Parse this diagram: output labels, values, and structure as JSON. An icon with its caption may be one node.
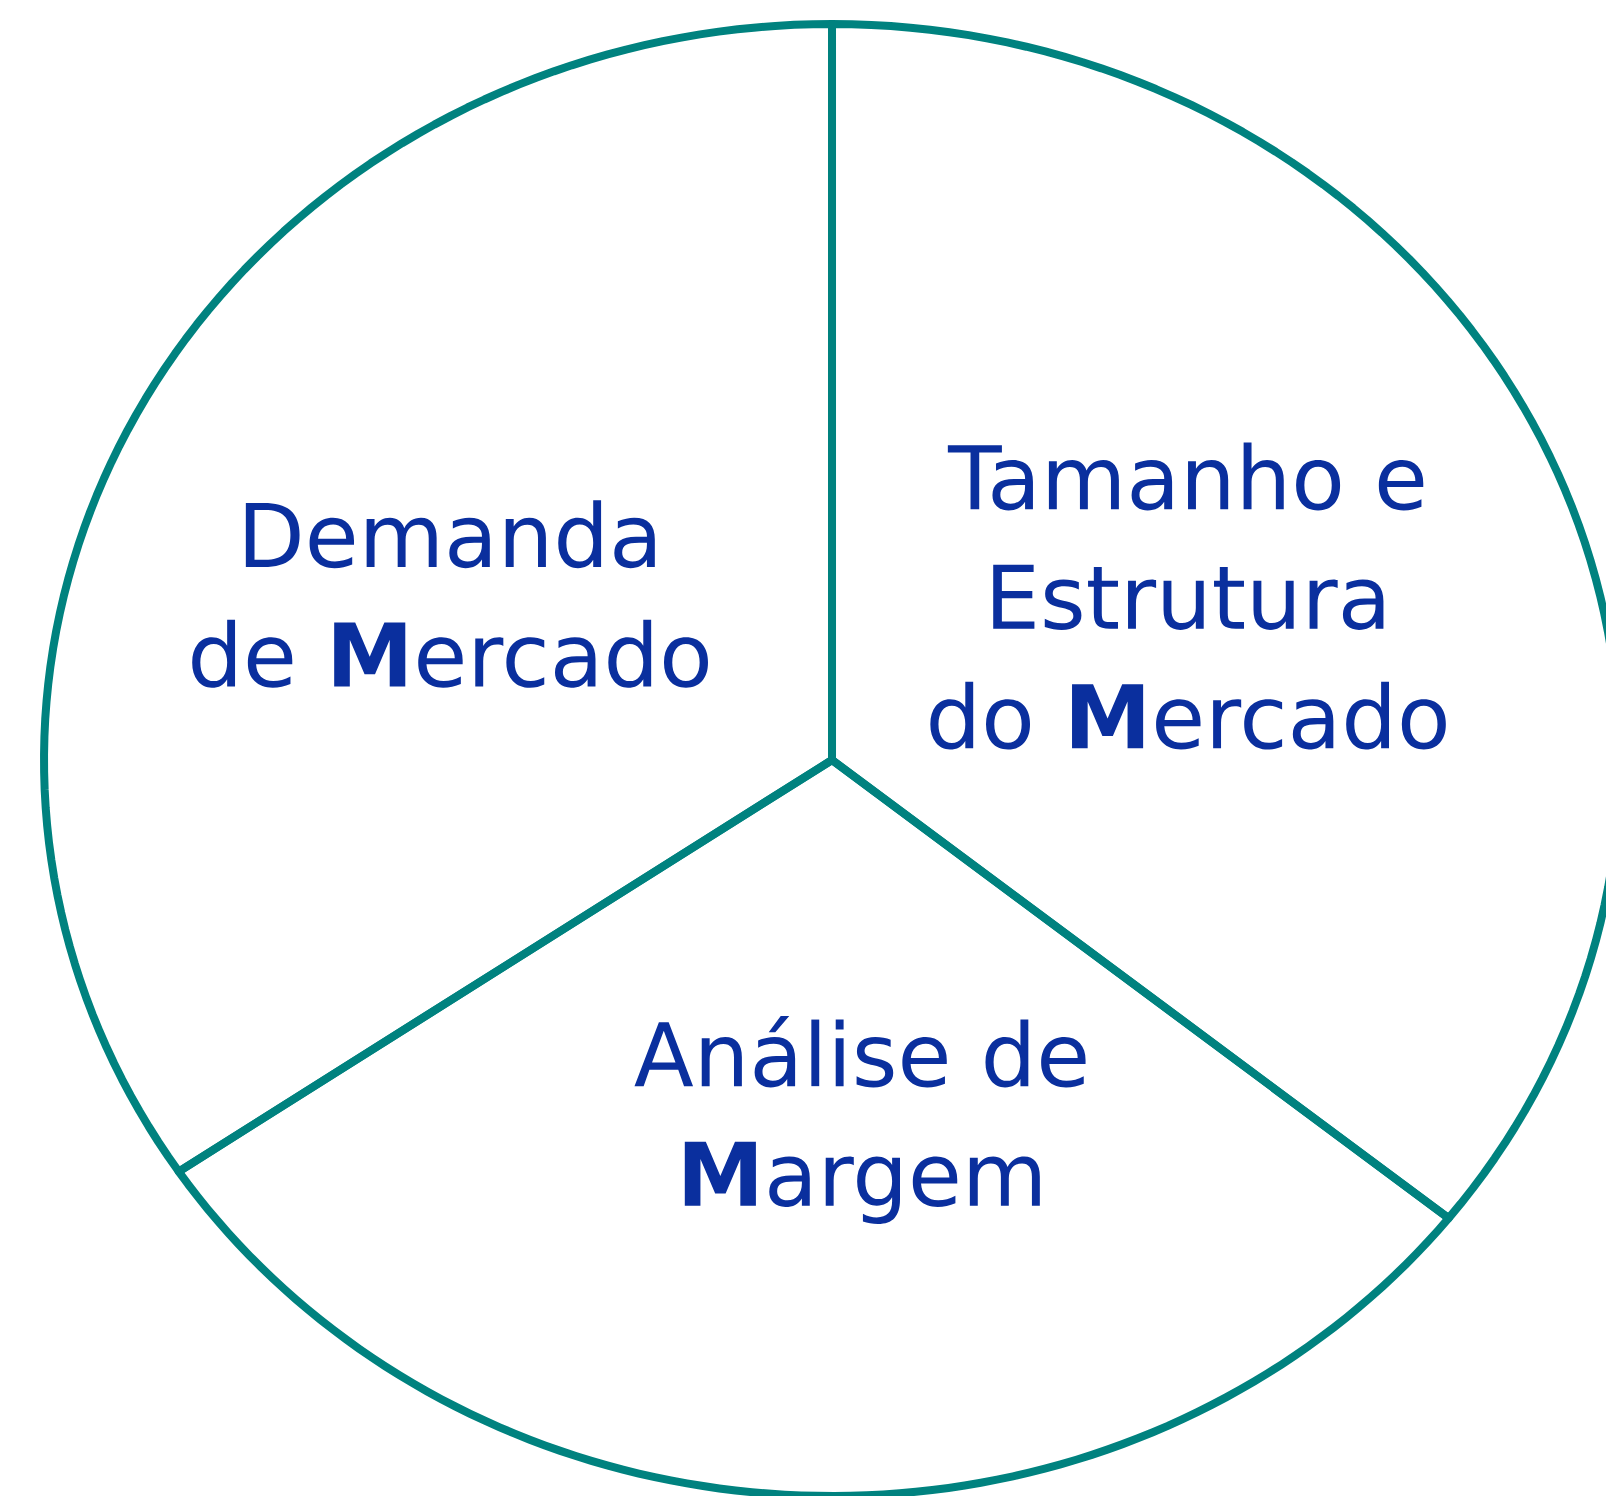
{
  "diagram": {
    "nodes": [
      {
        "text": [
          "Demanda de **M**ercado"
        ]
      },
      {
        "text": [
          "Tamanho e Estrutura do **M**ercado"
        ]
      },
      {
        "text": [
          "Análise de **M**argem"
        ]
      }
    ]
  }
}
